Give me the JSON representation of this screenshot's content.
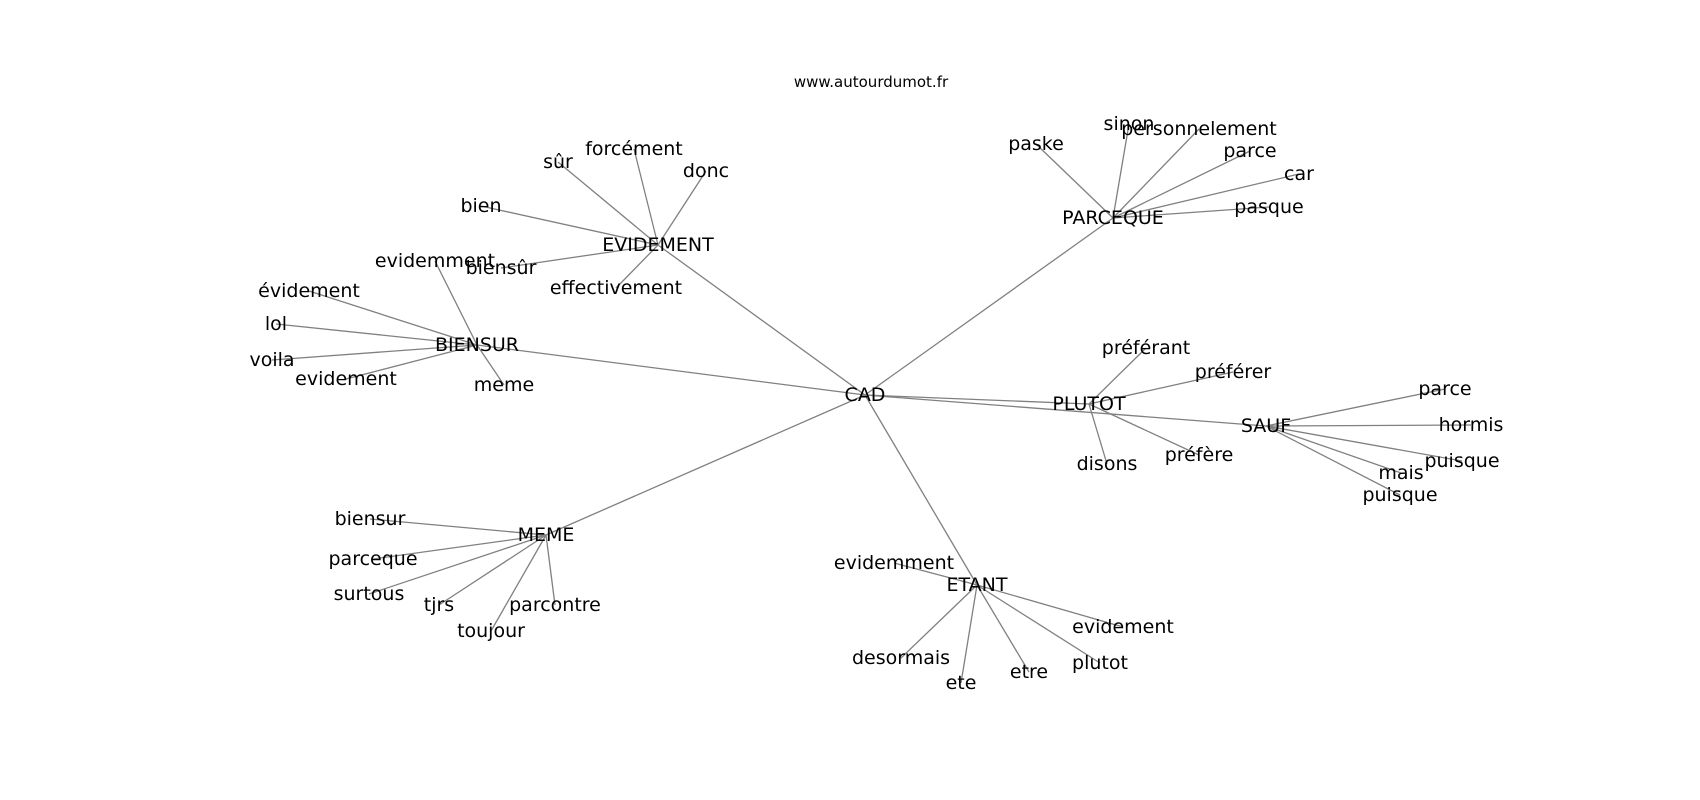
{
  "site": "www.autourdumot.fr",
  "graph": {
    "nodes": [
      {
        "id": "CAD",
        "label": "CAD"
      },
      {
        "id": "EVIDEMENT",
        "label": "EVIDEMENT"
      },
      {
        "id": "PARCEQUE",
        "label": "PARCEQUE"
      },
      {
        "id": "BIENSUR",
        "label": "BIENSUR"
      },
      {
        "id": "PLUTOT",
        "label": "PLUTOT"
      },
      {
        "id": "SAUF",
        "label": "SAUF"
      },
      {
        "id": "MEME",
        "label": "MEME"
      },
      {
        "id": "ETANT",
        "label": "ETANT"
      },
      {
        "id": "ev_sur",
        "label": "sûr"
      },
      {
        "id": "ev_force",
        "label": "forcément"
      },
      {
        "id": "ev_donc",
        "label": "donc"
      },
      {
        "id": "ev_bien",
        "label": "bien"
      },
      {
        "id": "ev_biensur",
        "label": "biensûr"
      },
      {
        "id": "ev_effect",
        "label": "effectivement"
      },
      {
        "id": "pq_paske",
        "label": "paske"
      },
      {
        "id": "pq_sinon",
        "label": "sinon"
      },
      {
        "id": "pq_perso",
        "label": "personnelement"
      },
      {
        "id": "pq_parce",
        "label": "parce"
      },
      {
        "id": "pq_car",
        "label": "car"
      },
      {
        "id": "pq_pasque",
        "label": "pasque"
      },
      {
        "id": "bs_evidemment",
        "label": "evidemment"
      },
      {
        "id": "bs_evidement_acc",
        "label": "évidement"
      },
      {
        "id": "bs_lol",
        "label": "lol"
      },
      {
        "id": "bs_voila",
        "label": "voila"
      },
      {
        "id": "bs_evidement",
        "label": "evidement"
      },
      {
        "id": "bs_meme",
        "label": "meme"
      },
      {
        "id": "pl_preferant",
        "label": "préférant"
      },
      {
        "id": "pl_preferer",
        "label": "préférer"
      },
      {
        "id": "pl_disons",
        "label": "disons"
      },
      {
        "id": "pl_prefere",
        "label": "préfère"
      },
      {
        "id": "sa_parce",
        "label": "parce"
      },
      {
        "id": "sa_hormis",
        "label": "hormis"
      },
      {
        "id": "sa_puisque1",
        "label": "puisque"
      },
      {
        "id": "sa_mais",
        "label": "mais"
      },
      {
        "id": "sa_puisque2",
        "label": "puisque"
      },
      {
        "id": "me_biensur",
        "label": "biensur"
      },
      {
        "id": "me_parceque",
        "label": "parceque"
      },
      {
        "id": "me_surtous",
        "label": "surtous"
      },
      {
        "id": "me_tjrs",
        "label": "tjrs"
      },
      {
        "id": "me_toujour",
        "label": "toujour"
      },
      {
        "id": "me_parcontre",
        "label": "parcontre"
      },
      {
        "id": "et_evidemment",
        "label": "evidemment"
      },
      {
        "id": "et_evidement",
        "label": "evidement"
      },
      {
        "id": "et_plutot",
        "label": "plutot"
      },
      {
        "id": "et_etre",
        "label": "etre"
      },
      {
        "id": "et_ete",
        "label": "ete"
      },
      {
        "id": "et_desormais",
        "label": "desormais"
      }
    ],
    "edges": [
      [
        "CAD",
        "EVIDEMENT"
      ],
      [
        "CAD",
        "PARCEQUE"
      ],
      [
        "CAD",
        "BIENSUR"
      ],
      [
        "CAD",
        "PLUTOT"
      ],
      [
        "CAD",
        "SAUF"
      ],
      [
        "CAD",
        "MEME"
      ],
      [
        "CAD",
        "ETANT"
      ],
      [
        "EVIDEMENT",
        "ev_sur"
      ],
      [
        "EVIDEMENT",
        "ev_force"
      ],
      [
        "EVIDEMENT",
        "ev_donc"
      ],
      [
        "EVIDEMENT",
        "ev_bien"
      ],
      [
        "EVIDEMENT",
        "ev_biensur"
      ],
      [
        "EVIDEMENT",
        "ev_effect"
      ],
      [
        "PARCEQUE",
        "pq_paske"
      ],
      [
        "PARCEQUE",
        "pq_sinon"
      ],
      [
        "PARCEQUE",
        "pq_perso"
      ],
      [
        "PARCEQUE",
        "pq_parce"
      ],
      [
        "PARCEQUE",
        "pq_car"
      ],
      [
        "PARCEQUE",
        "pq_pasque"
      ],
      [
        "BIENSUR",
        "bs_evidemment"
      ],
      [
        "BIENSUR",
        "bs_evidement_acc"
      ],
      [
        "BIENSUR",
        "bs_lol"
      ],
      [
        "BIENSUR",
        "bs_voila"
      ],
      [
        "BIENSUR",
        "bs_evidement"
      ],
      [
        "BIENSUR",
        "bs_meme"
      ],
      [
        "PLUTOT",
        "pl_preferant"
      ],
      [
        "PLUTOT",
        "pl_preferer"
      ],
      [
        "PLUTOT",
        "pl_disons"
      ],
      [
        "PLUTOT",
        "pl_prefere"
      ],
      [
        "SAUF",
        "sa_parce"
      ],
      [
        "SAUF",
        "sa_hormis"
      ],
      [
        "SAUF",
        "sa_puisque1"
      ],
      [
        "SAUF",
        "sa_mais"
      ],
      [
        "SAUF",
        "sa_puisque2"
      ],
      [
        "MEME",
        "me_biensur"
      ],
      [
        "MEME",
        "me_parceque"
      ],
      [
        "MEME",
        "me_surtous"
      ],
      [
        "MEME",
        "me_tjrs"
      ],
      [
        "MEME",
        "me_toujour"
      ],
      [
        "MEME",
        "me_parcontre"
      ],
      [
        "ETANT",
        "et_evidemment"
      ],
      [
        "ETANT",
        "et_evidement"
      ],
      [
        "ETANT",
        "et_plutot"
      ],
      [
        "ETANT",
        "et_etre"
      ],
      [
        "ETANT",
        "et_ete"
      ],
      [
        "ETANT",
        "et_desormais"
      ]
    ]
  }
}
